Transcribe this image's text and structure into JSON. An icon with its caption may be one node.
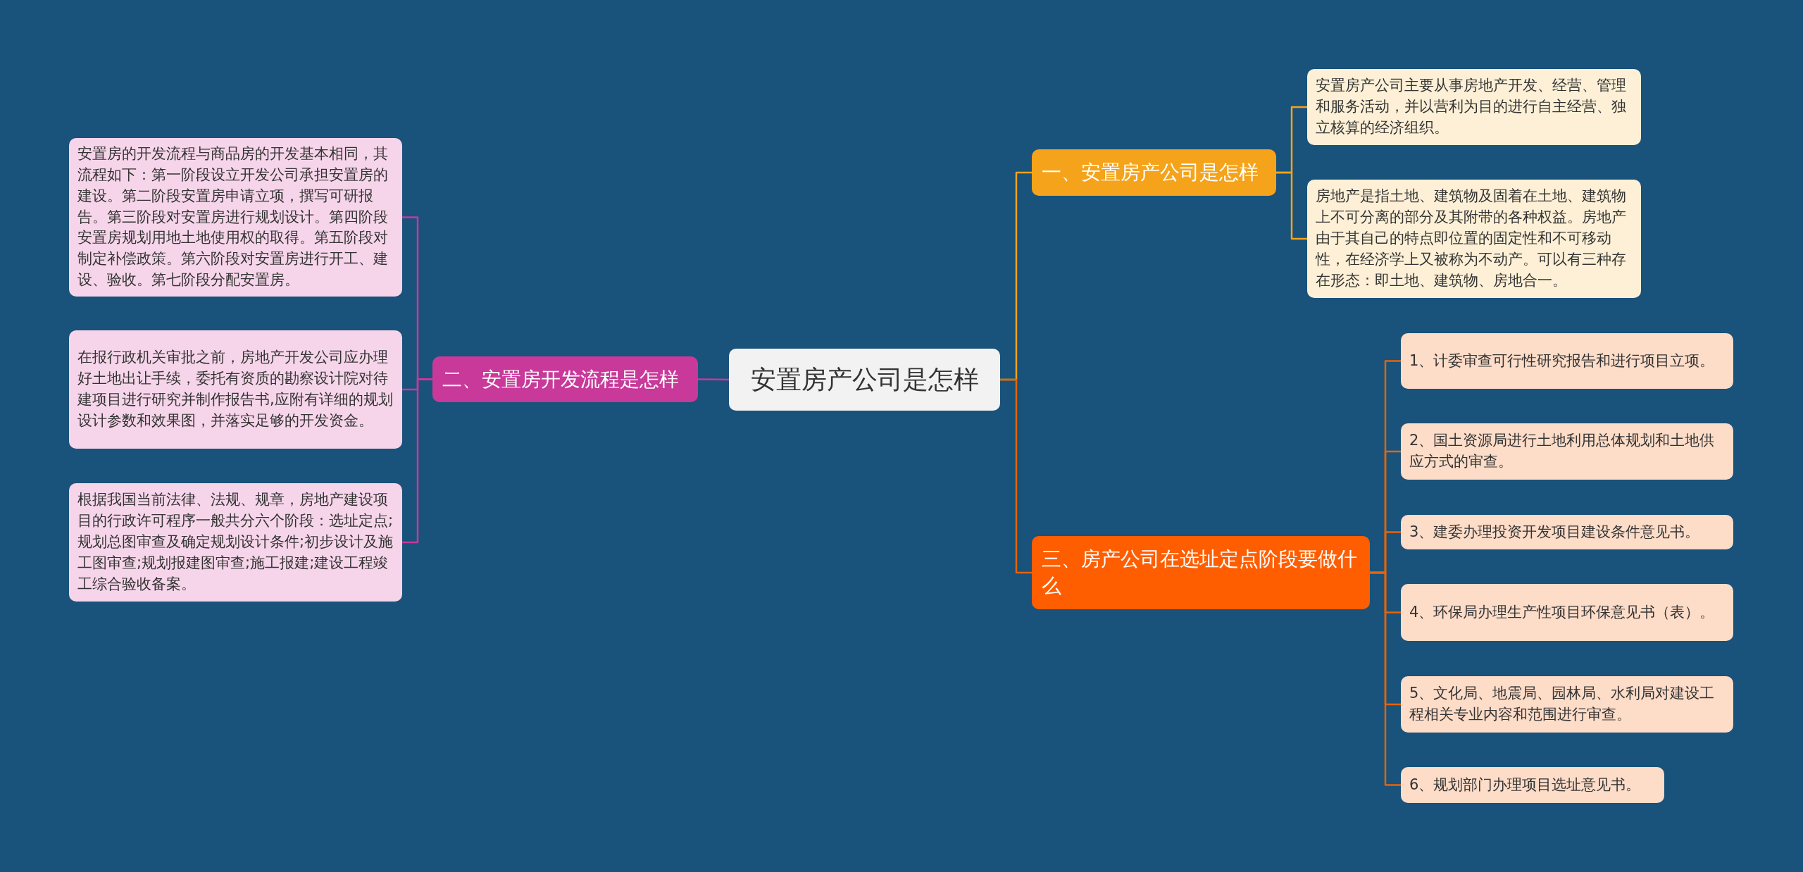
{
  "diagram": {
    "nodes": [
      {
        "text": [
          "安置房产公司是怎样"
        ]
      },
      {
        "text": [
          "二、安置房开发流程是怎样"
        ]
      },
      {
        "text": [
          "安置房的开发流程与商品房的开发基本相同，其流程如下：第一阶段设立开发公司承担安置房的建设。第二阶段安置房申请立项，撰写可研报告。第三阶段对安置房进行规划设计。第四阶段安置房规划用地土地使用权的取得。第五阶段对制定补偿政策。第六阶段对安置房进行开工、建设、验收。第七阶段分配安置房。"
        ]
      },
      {
        "text": [
          "在报行政机关审批之前，房地产开发公司应办理好土地出让手续，委托有资质的勘察设计院对待建项目进行研究并制作报告书,应附有详细的规划设计参数和效果图，并落实足够的开发资金。"
        ]
      },
      {
        "text": [
          "根据我国当前法律、法规、规章，房地产建设项目的行政许可程序一般共分六个阶段：选址定点;规划总图审查及确定规划设计条件;初步设计及施工图审查;规划报建图审查;施工报建;建设工程竣工综合验收备案。"
        ]
      },
      {
        "text": [
          "一、安置房产公司是怎样"
        ]
      },
      {
        "text": [
          "安置房产公司主要从事房地产开发、经营、管理和服务活动，并以营利为目的进行自主经营、独立核算的经济组织。"
        ]
      },
      {
        "text": [
          "房地产是指土地、建筑物及固着在土地、建筑物上不可分离的部分及其附带的各种权益。房地产由于其自己的特点即位置的固定性和不可移动性，在经济学上又被称为不动产。可以有三种存在形态：即土地、建筑物、房地合一。"
        ]
      },
      {
        "text": [
          "三、房产公司在选址定点阶段要做什么"
        ]
      },
      {
        "text": [
          "1、计委审查可行性研究报告和进行项目立项。"
        ]
      },
      {
        "text": [
          "2、国土资源局进行土地利用总体规划和土地供应方式的审查。"
        ]
      },
      {
        "text": [
          "3、建委办理投资开发项目建设条件意见书。"
        ]
      },
      {
        "text": [
          "4、环保局办理生产性项目环保意见书（表）。"
        ]
      },
      {
        "text": [
          "5、文化局、地震局、园林局、水利局对建设工程相关专业内容和范围进行审查。"
        ]
      },
      {
        "text": [
          "6、规划部门办理项目选址意见书。"
        ]
      }
    ],
    "edges": [
      {
        "from": 0,
        "to": 1,
        "arrow": "none",
        "color": "#c8399a"
      },
      {
        "from": 1,
        "to": 2,
        "arrow": "none",
        "color": "#c8399a"
      },
      {
        "from": 1,
        "to": 3,
        "arrow": "none",
        "color": "#c8399a"
      },
      {
        "from": 1,
        "to": 4,
        "arrow": "none",
        "color": "#c8399a"
      },
      {
        "from": 0,
        "to": 5,
        "arrow": "none",
        "color": "#f5a31a"
      },
      {
        "from": 5,
        "to": 6,
        "arrow": "none",
        "color": "#f5a31a"
      },
      {
        "from": 5,
        "to": 7,
        "arrow": "none",
        "color": "#f5a31a"
      },
      {
        "from": 0,
        "to": 8,
        "arrow": "none",
        "color": "#e8630a"
      },
      {
        "from": 8,
        "to": 9,
        "arrow": "none",
        "color": "#e8630a"
      },
      {
        "from": 8,
        "to": 10,
        "arrow": "none",
        "color": "#e8630a"
      },
      {
        "from": 8,
        "to": 11,
        "arrow": "none",
        "color": "#e8630a"
      },
      {
        "from": 8,
        "to": 12,
        "arrow": "none",
        "color": "#e8630a"
      },
      {
        "from": 8,
        "to": 13,
        "arrow": "none",
        "color": "#e8630a"
      },
      {
        "from": 8,
        "to": 14,
        "arrow": "none",
        "color": "#e8630a"
      }
    ]
  }
}
